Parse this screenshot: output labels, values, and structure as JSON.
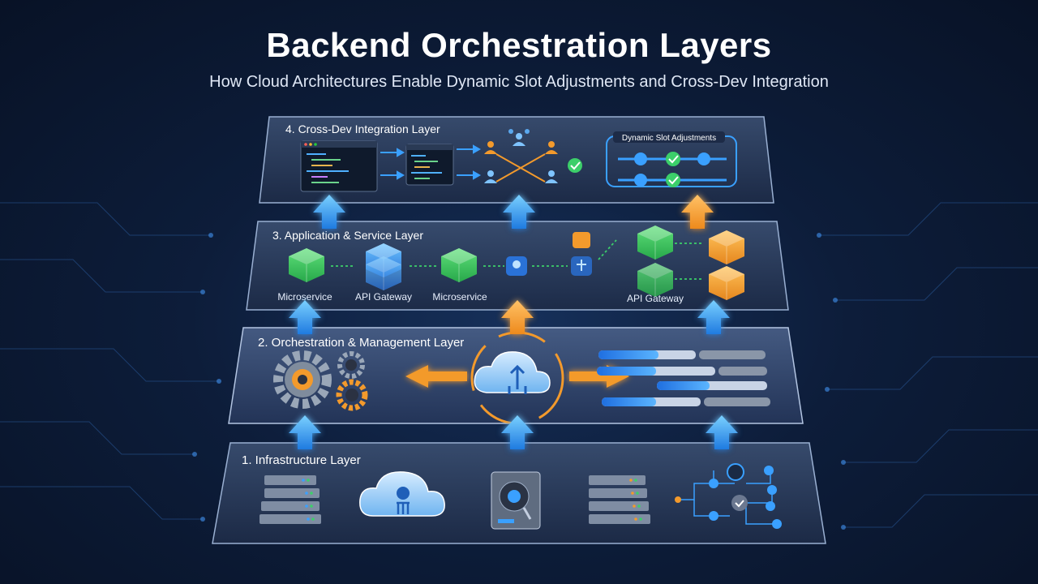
{
  "header": {
    "title": "Backend Orchestration Layers",
    "subtitle": "How Cloud Architectures Enable Dynamic Slot Adjustments and Cross-Dev Integration"
  },
  "layers": {
    "layer4": {
      "title": "4. Cross-Dev Integration Layer",
      "slot_label": "Dynamic Slot Adjustments"
    },
    "layer3": {
      "title": "3. Application & Service Layer",
      "labels": [
        "Microservice",
        "API Gateway",
        "Microservice",
        "API Gateway"
      ]
    },
    "layer2": {
      "title": "2. Orchestration & Management Layer",
      "progress": [
        0.62,
        0.5,
        0.48,
        0.55
      ]
    },
    "layer1": {
      "title": "1. Infrastructure Layer"
    }
  },
  "colors": {
    "accent_blue": "#3aa0ff",
    "accent_orange": "#f39a2c",
    "accent_green": "#3ccf6a",
    "panel_border": "#8fa6c8"
  },
  "icons": [
    "code-editor-icon",
    "team-network-icon",
    "checkmark-icon",
    "cube-icon",
    "cloud-icon",
    "gear-icon",
    "server-rack-icon",
    "hard-drive-icon",
    "database-icon"
  ]
}
